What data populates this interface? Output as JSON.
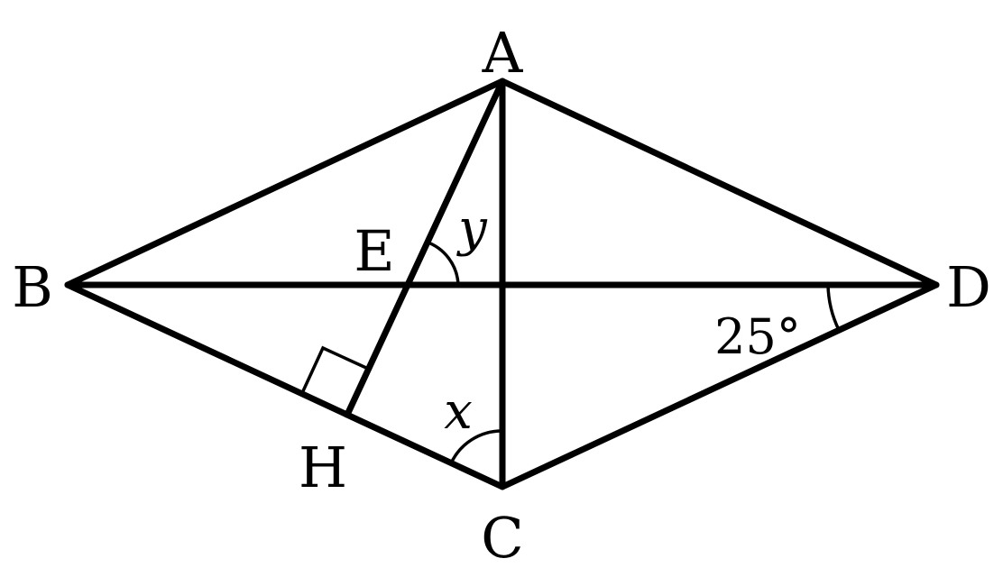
{
  "diagram": {
    "points": {
      "A": "A",
      "B": "B",
      "C": "C",
      "D": "D",
      "E": "E",
      "H": "H"
    },
    "angles": {
      "y": "y",
      "x": "x",
      "d": "25°"
    },
    "color": "#000000"
  }
}
